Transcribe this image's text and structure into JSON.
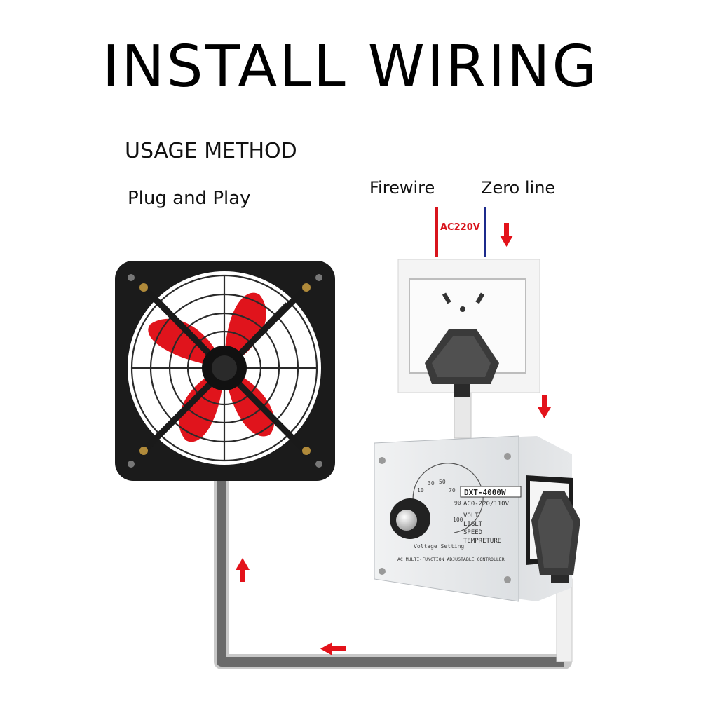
{
  "title": "INSTALL WIRING",
  "usage_method": "USAGE METHOD",
  "plug_and_play": "Plug and Play",
  "firewire": "Firewire",
  "zero_line": "Zero line",
  "voltage": "AC220V",
  "controller": {
    "model": "DXT-4000W",
    "rating": "AC0-220/110V",
    "functions": [
      "VOLT",
      "LIGLT",
      "SPEED",
      "TEMPRETURE"
    ],
    "bottom_label": "AC MULTI-FUNCTION ADJUSTABLE CONTROLLER"
  },
  "colors": {
    "arrow": "#e3121a",
    "firewire": "#d8141c",
    "zero_line": "#1c2a8c",
    "fan_blade": "#e0141c",
    "fan_frame": "#1b1b1b"
  },
  "icons": [
    "exhaust-fan-icon",
    "wall-socket-icon",
    "speed-controller-icon",
    "plug-icon",
    "arrow-down-icon",
    "arrow-up-icon",
    "arrow-left-icon"
  ]
}
